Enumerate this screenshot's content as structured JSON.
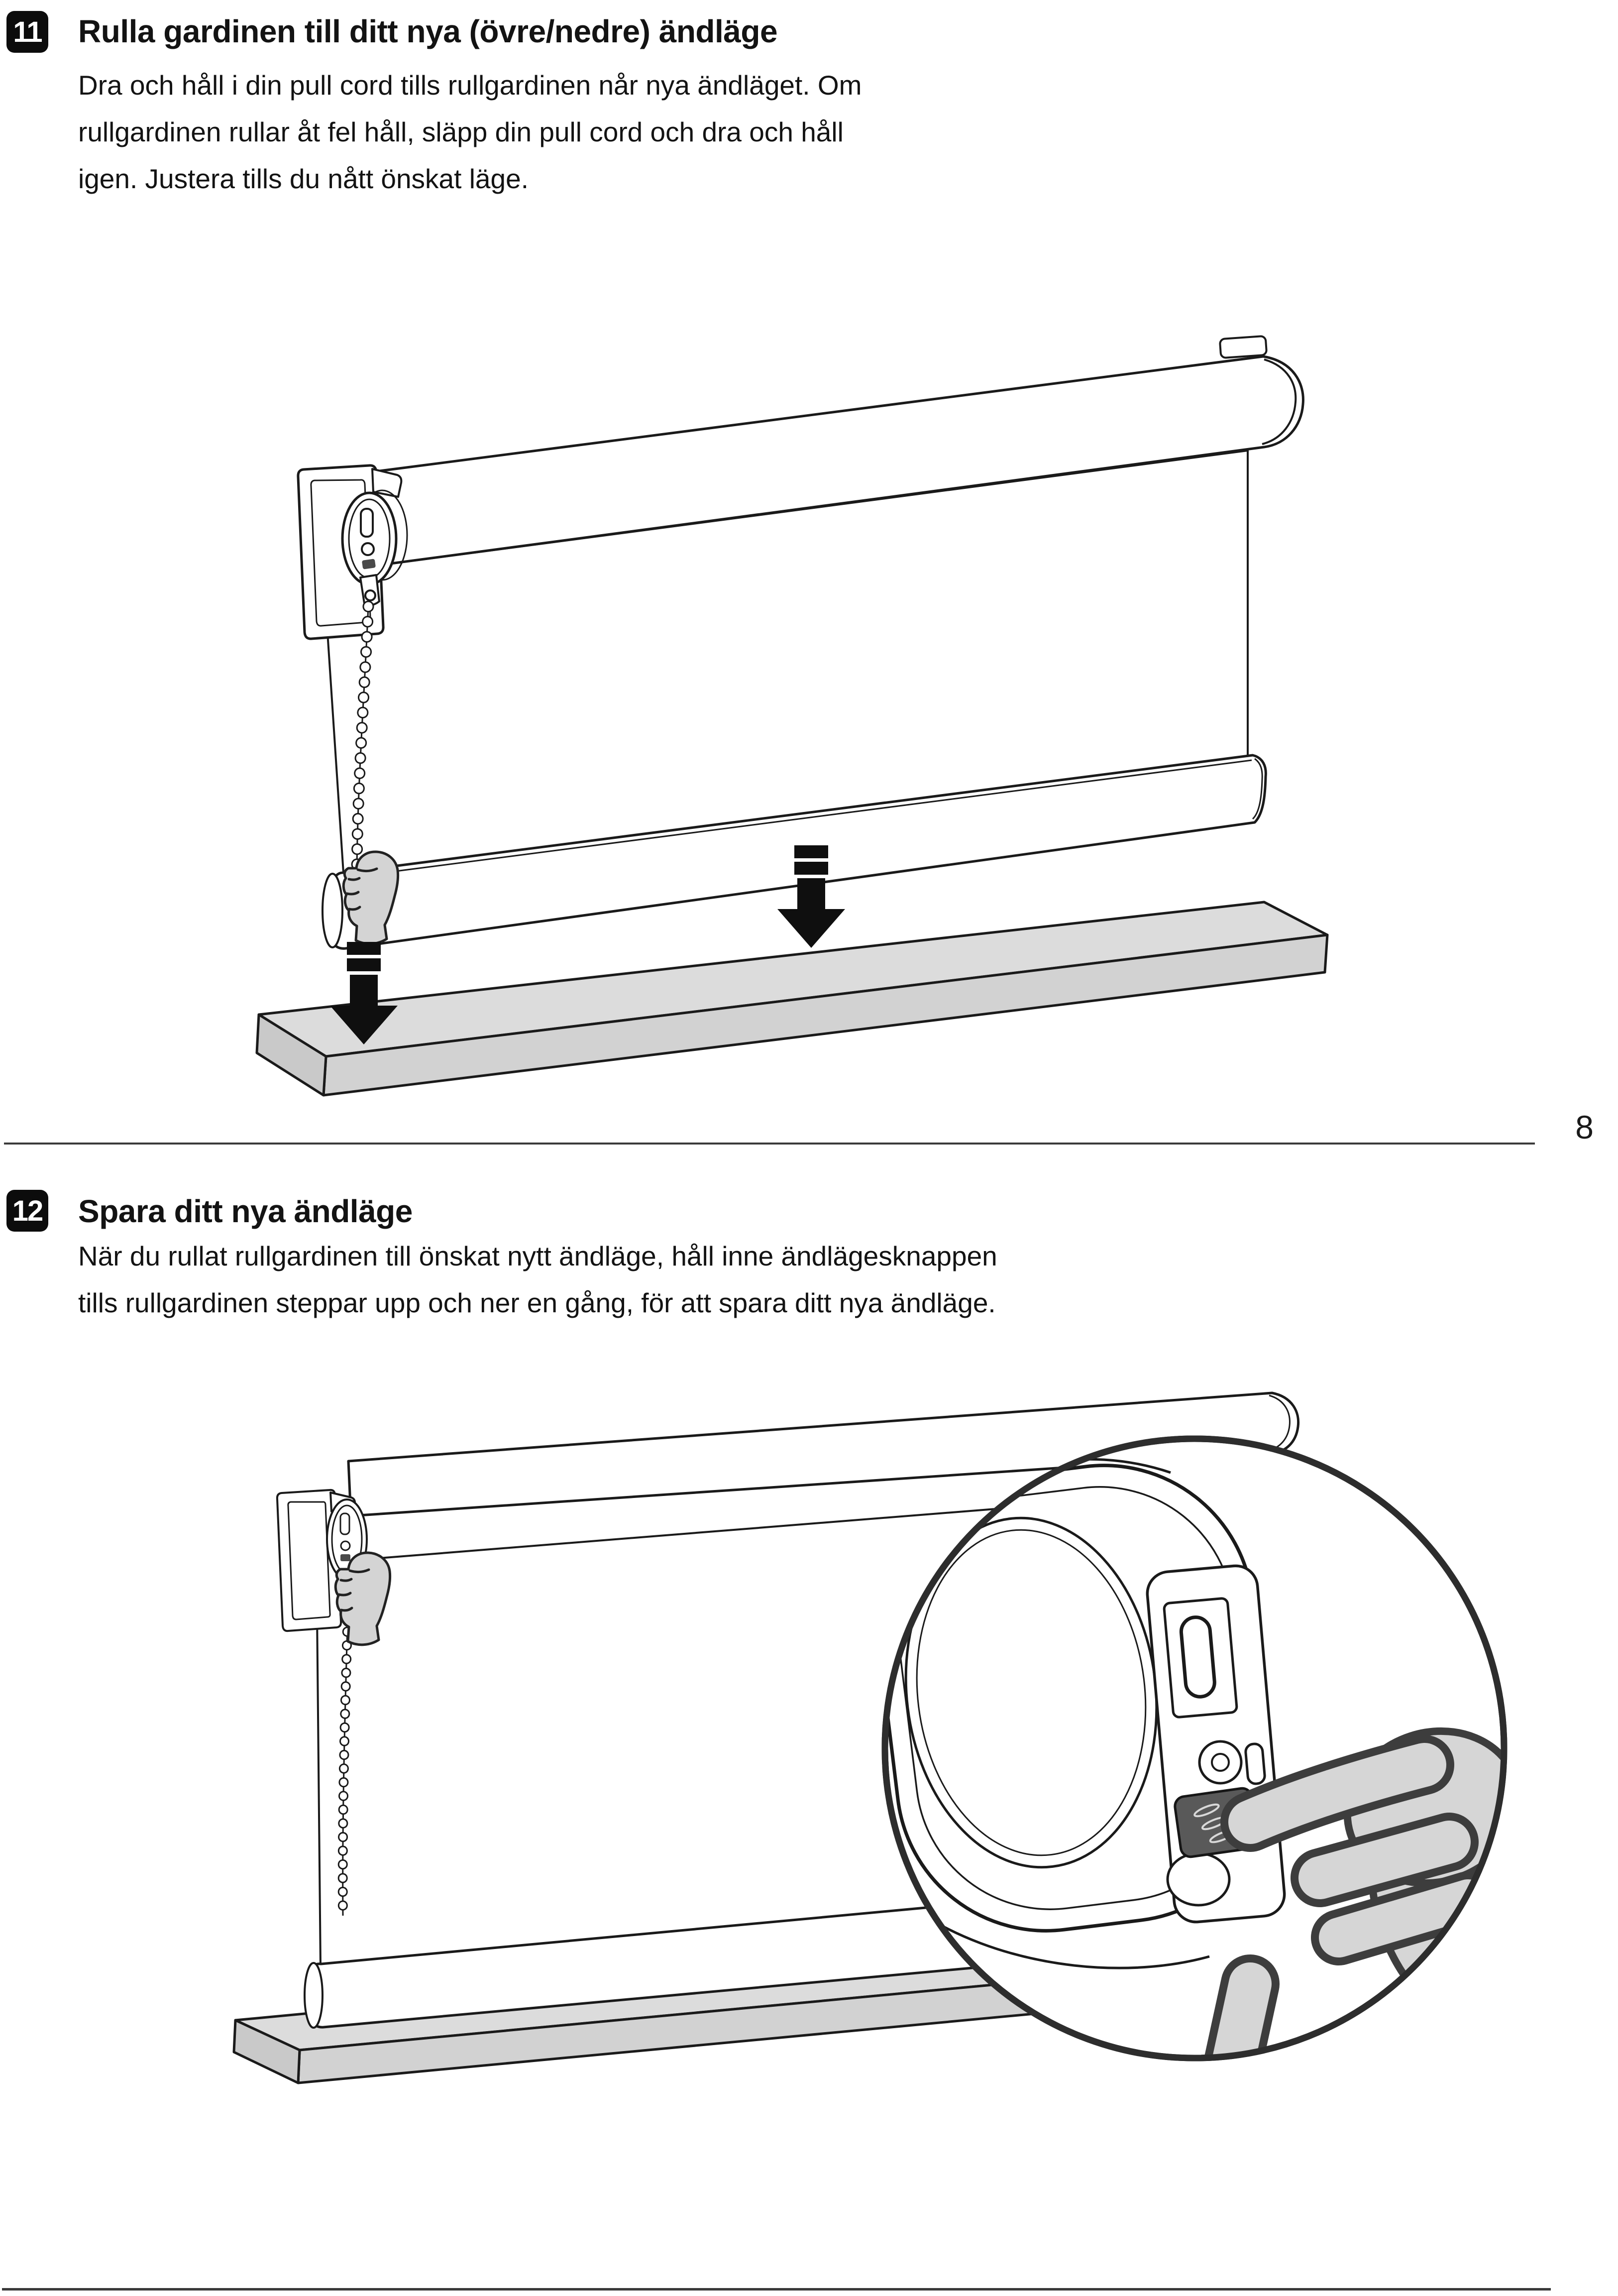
{
  "page": {
    "number": "8"
  },
  "steps": [
    {
      "badge": "11",
      "title": "Rulla gardinen till ditt nya (övre/nedre) ändläge",
      "body_lines": [
        "Dra och håll i din pull cord tills rullgardinen når nya ändläget. Om",
        "rullgardinen rullar åt fel håll, släpp din pull cord och dra och håll",
        "igen. Justera tills du nått önskat läge."
      ]
    },
    {
      "badge": "12",
      "title": "Spara ditt nya ändläge",
      "body_lines": [
        "När du rullat rullgardinen till önskat nytt ändläge, håll inne ändlägesknappen",
        "tills rullgardinen steppar upp och ner en gång, för att spara ditt nya ändläge."
      ]
    }
  ],
  "icons": {
    "step11_illustration": "roller-blind-pull-cord-down-diagram",
    "step12_illustration": "roller-blind-endstop-button-magnifier-diagram",
    "arrow": "down-arrow-icon",
    "hand": "hand-icon"
  },
  "colors": {
    "line": "#1a1a1a",
    "hand_gray": "#d4d4d4",
    "sill_gray": "#dcdcdc",
    "button_dark": "#595959",
    "divider": "#3b3b3b"
  }
}
